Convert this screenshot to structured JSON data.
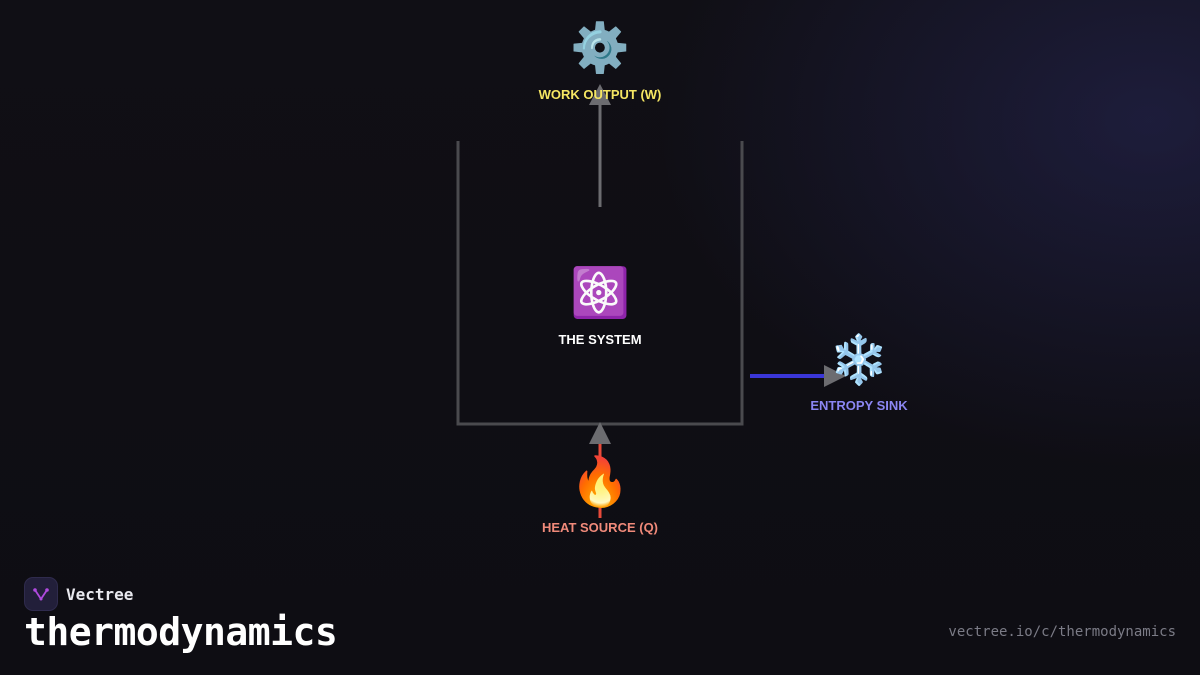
{
  "diagram": {
    "work_output": {
      "icon": "⚙️",
      "icon_name": "gear-icon",
      "label": "WORK OUTPUT (W)",
      "color": "#f5e663"
    },
    "system": {
      "icon": "⚛️",
      "icon_name": "atom-icon",
      "label": "THE SYSTEM",
      "color": "#ffffff"
    },
    "heat_source": {
      "icon": "🔥",
      "icon_name": "fire-icon",
      "label": "HEAT SOURCE (Q)",
      "color": "#f08a7a"
    },
    "entropy_sink": {
      "icon": "❄️",
      "icon_name": "snowflake-icon",
      "label": "ENTROPY SINK",
      "color": "#8b86f2"
    },
    "colors": {
      "container": "#4a4a4e",
      "work_arrow": "#6c6c70",
      "heat_arrow": "#e84a3a",
      "heat_arrowhead": "#6c6c70",
      "entropy_arrow": "#3a36d8",
      "entropy_arrowhead": "#6c6c70"
    }
  },
  "brand": {
    "name": "Vectree",
    "logo_icon": "vectree-logo-icon",
    "accent": "#b04adf"
  },
  "footer": {
    "topic": "thermodynamics",
    "url": "vectree.io/c/thermodynamics"
  }
}
